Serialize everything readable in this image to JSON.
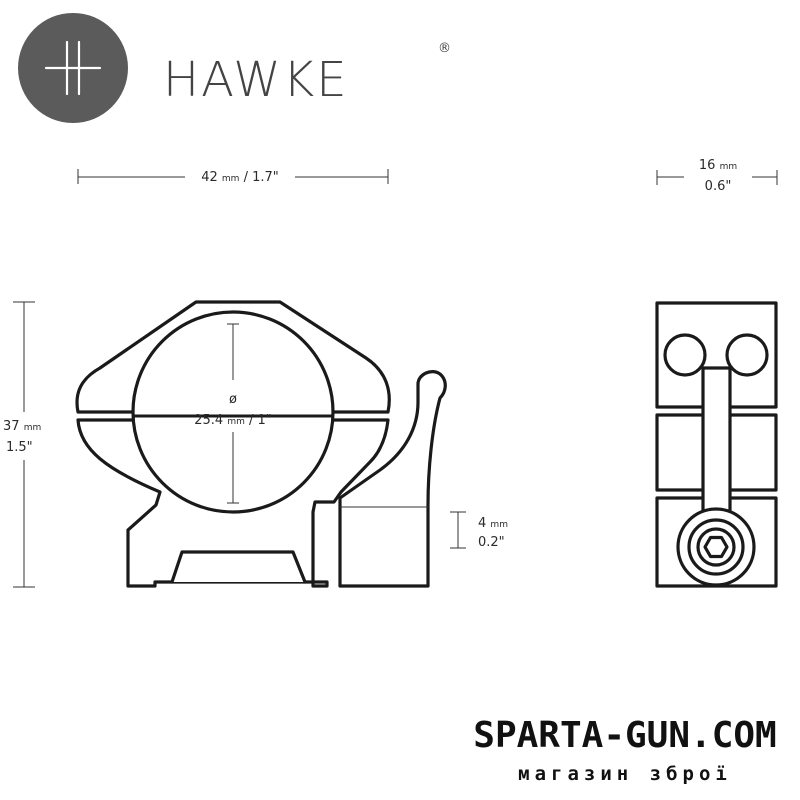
{
  "brand": {
    "name": "HAWKE",
    "registered_mark": "®",
    "logo_icon": "crosshair-icon"
  },
  "dimensions": {
    "width_front": {
      "value": "42",
      "unit": "mm",
      "imperial": "/ 1.7\""
    },
    "width_side": {
      "value": "16",
      "unit": "mm",
      "imperial": "0.6\""
    },
    "height": {
      "value": "37",
      "unit": "mm",
      "imperial": "1.5\""
    },
    "diameter": {
      "symbol": "ø",
      "value": "25.4",
      "unit": "mm",
      "imperial": "/ 1\""
    },
    "base": {
      "value": "4",
      "unit": "mm",
      "imperial": "0.2\""
    }
  },
  "shop": {
    "name": "SPARTA-GUN.COM",
    "tagline": "магазин зброї"
  },
  "colors": {
    "logo_circle": "#5b5b5b",
    "line": "#1a1a1a",
    "text": "#2a2a2a"
  }
}
